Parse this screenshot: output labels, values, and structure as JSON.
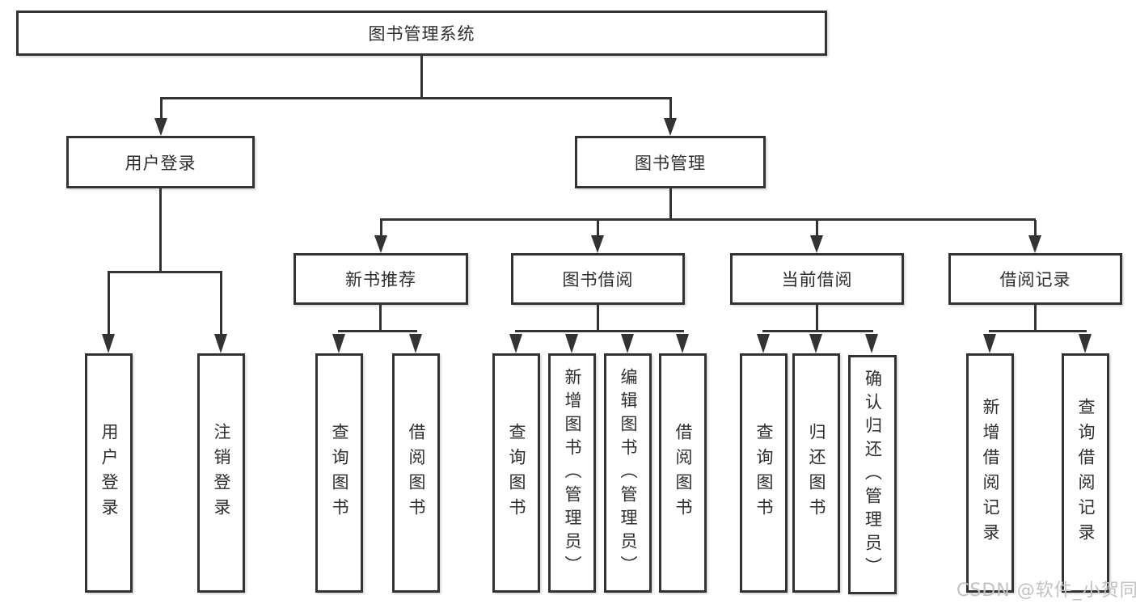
{
  "diagram": {
    "root": {
      "label": "图书管理系统"
    },
    "level2": [
      {
        "label": "用户登录"
      },
      {
        "label": "图书管理"
      }
    ],
    "level3": [
      {
        "label": "新书推荐"
      },
      {
        "label": "图书借阅"
      },
      {
        "label": "当前借阅"
      },
      {
        "label": "借阅记录"
      }
    ],
    "leaves": {
      "user_login": [
        "用户登录",
        "注销登录"
      ],
      "new_book_rec": [
        "查询图书",
        "借阅图书"
      ],
      "book_borrow": [
        "查询图书",
        "新增图书（管理员）",
        "编辑图书（管理员）",
        "借阅图书"
      ],
      "current_borrow": [
        "查询图书",
        "归还图书",
        "确认归还（管理员）"
      ],
      "borrow_record": [
        "新增借阅记录",
        "查询借阅记录"
      ]
    },
    "colors": {
      "line": "#333333",
      "border": "#333333",
      "text": "#2e2e2e",
      "background": "#ffffff",
      "watermark": "#c2c2c2"
    }
  },
  "watermark": {
    "text": "CSDN @软件_小贺同学"
  }
}
